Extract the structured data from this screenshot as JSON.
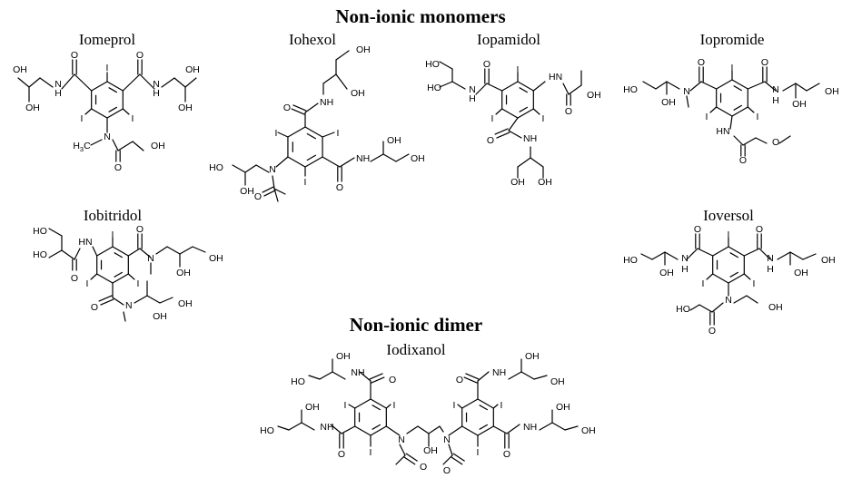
{
  "headings": {
    "monomers": "Non-ionic monomers",
    "dimer": "Non-ionic dimer"
  },
  "compounds": {
    "iomeprol": "Iomeprol",
    "iohexol": "Iohexol",
    "iopamidol": "Iopamidol",
    "iopromide": "Iopromide",
    "iobitridol": "Iobitridol",
    "ioversol": "Ioversol",
    "iodixanol": "Iodixanol"
  },
  "atoms": {
    "oh": "OH",
    "ho": "HO",
    "i": "I",
    "n": "N",
    "h": "H",
    "o": "O",
    "nh": "NH",
    "hn": "HN",
    "h3c": "H3C"
  },
  "colors": {
    "ink": "#000000",
    "background": "#ffffff"
  }
}
